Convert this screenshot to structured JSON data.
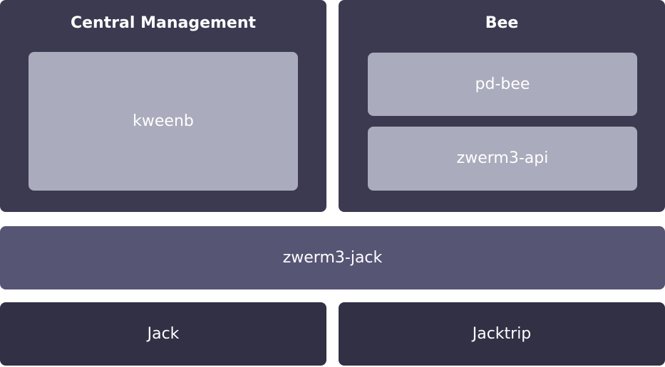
{
  "colors": {
    "panel": "#3b3a50",
    "inner": "#aaabbc",
    "bar": "#575574",
    "base": "#313045"
  },
  "central_management": {
    "title": "Central Management",
    "components": [
      "kweenb"
    ]
  },
  "bee": {
    "title": "Bee",
    "components": [
      "pd-bee",
      "zwerm3-api"
    ]
  },
  "middleware": {
    "label": "zwerm3-jack"
  },
  "foundation": {
    "items": [
      "Jack",
      "Jacktrip"
    ]
  }
}
